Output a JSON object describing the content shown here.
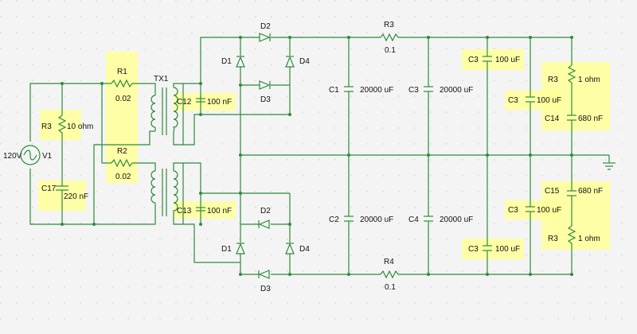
{
  "source": {
    "label": "120V",
    "name": "V1"
  },
  "transformer": {
    "name": "TX1"
  },
  "R1": {
    "name": "R1",
    "value": "0.02"
  },
  "R2": {
    "name": "R2",
    "value": "0.02"
  },
  "R3_in": {
    "name": "R3",
    "value": "10 ohm"
  },
  "C17": {
    "name": "C17",
    "value": "220 nF"
  },
  "C12": {
    "name": "C12",
    "value": "100 nF"
  },
  "C13": {
    "name": "C13",
    "value": "100 nF"
  },
  "bridge_top": {
    "d1": "D1",
    "d2": "D2",
    "d3": "D3",
    "d4": "D4"
  },
  "bridge_bot": {
    "d1": "D1",
    "d2": "D2",
    "d3": "D3",
    "d4": "D4"
  },
  "C1": {
    "name": "C1",
    "value": "20000 uF"
  },
  "C2": {
    "name": "C2",
    "value": "20000 uF"
  },
  "C3_mid": {
    "name": "C3",
    "value": "20000 uF"
  },
  "C4": {
    "name": "C4",
    "value": "20000 uF"
  },
  "R3_series": {
    "name": "R3",
    "value": "0.1"
  },
  "R4_series": {
    "name": "R4",
    "value": "0.1"
  },
  "C3_top": {
    "name": "C3",
    "value": "100 uF"
  },
  "C3_top2": {
    "name": "C3",
    "value": "100 uF"
  },
  "C3_bot2": {
    "name": "C3",
    "value": "100 uF"
  },
  "C3_bot": {
    "name": "C3",
    "value": "100 uF"
  },
  "R3_out_top": {
    "name": "R3",
    "value": "1 ohm"
  },
  "C14": {
    "name": "C14",
    "value": "680 nF"
  },
  "C15": {
    "name": "C15",
    "value": "680 nF"
  },
  "R3_out_bot": {
    "name": "R3",
    "value": "1 ohm"
  },
  "colors": {
    "wire": "#2e8b3a",
    "highlight": "#ffff99",
    "background": "#f4f4f4",
    "grid": "#c8c8c8"
  }
}
